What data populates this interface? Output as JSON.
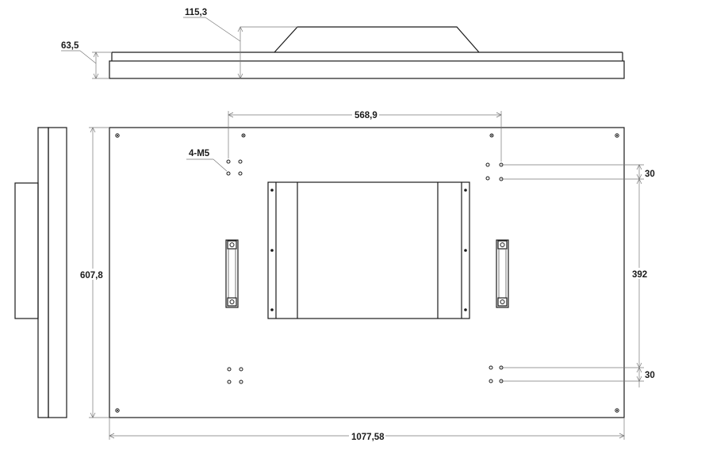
{
  "dimensions": {
    "top_height": "115,3",
    "top_thickness": "63,5",
    "hole_spacing_horizontal": "568,9",
    "mount_holes": "4-M5",
    "height": "607,8",
    "hole_spacing_vertical": "392",
    "hole_pair_top": "30",
    "hole_pair_bottom": "30",
    "width": "1077,58"
  }
}
